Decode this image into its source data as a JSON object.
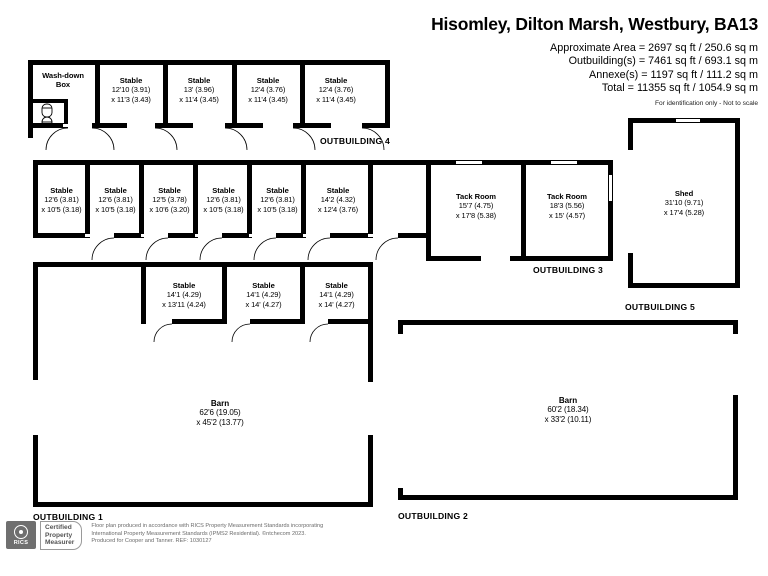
{
  "header": {
    "title": "Hisomley, Dilton Marsh, Westbury, BA13",
    "area_line": "Approximate Area = 2697 sq ft / 250.6 sq m",
    "outbuilding_line": "Outbuilding(s) = 7461 sq ft / 693.1 sq m",
    "annexe_line": "Annexe(s) = 1197 sq ft / 111.2 sq m",
    "total_line": "Total = 11355 sq ft / 1054.9 sq m",
    "note": "For identification only - Not to scale"
  },
  "outbuilding_labels": {
    "ob1": "OUTBUILDING 1",
    "ob2": "OUTBUILDING 2",
    "ob3": "OUTBUILDING 3",
    "ob4": "OUTBUILDING 4",
    "ob5": "OUTBUILDING 5"
  },
  "rooms": {
    "washdown": {
      "name": "Wash-down",
      "name2": "Box",
      "d1": "",
      "d2": ""
    },
    "ob4": [
      {
        "name": "Stable",
        "d1": "12'10 (3.91)",
        "d2": "x 11'3 (3.43)"
      },
      {
        "name": "Stable",
        "d1": "13' (3.96)",
        "d2": "x 11'4 (3.45)"
      },
      {
        "name": "Stable",
        "d1": "12'4 (3.76)",
        "d2": "x 11'4 (3.45)"
      },
      {
        "name": "Stable",
        "d1": "12'4 (3.76)",
        "d2": "x 11'4 (3.45)"
      }
    ],
    "ob3_row": [
      {
        "name": "Stable",
        "d1": "12'6 (3.81)",
        "d2": "x 10'5 (3.18)"
      },
      {
        "name": "Stable",
        "d1": "12'6 (3.81)",
        "d2": "x 10'5 (3.18)"
      },
      {
        "name": "Stable",
        "d1": "12'5 (3.78)",
        "d2": "x 10'6 (3.20)"
      },
      {
        "name": "Stable",
        "d1": "12'6 (3.81)",
        "d2": "x 10'5 (3.18)"
      },
      {
        "name": "Stable",
        "d1": "12'6 (3.81)",
        "d2": "x 10'5 (3.18)"
      },
      {
        "name": "Stable",
        "d1": "14'2 (4.32)",
        "d2": "x 12'4 (3.76)"
      }
    ],
    "tack_rooms": [
      {
        "name": "Tack Room",
        "d1": "15'7 (4.75)",
        "d2": "x 17'8 (5.38)"
      },
      {
        "name": "Tack Room",
        "d1": "18'3 (5.56)",
        "d2": "x 15' (4.57)"
      }
    ],
    "shed": {
      "name": "Shed",
      "d1": "31'10 (9.71)",
      "d2": "x 17'4 (5.28)"
    },
    "ob1_stables": [
      {
        "name": "Stable",
        "d1": "14'1 (4.29)",
        "d2": "x 13'11 (4.24)"
      },
      {
        "name": "Stable",
        "d1": "14'1 (4.29)",
        "d2": "x 14' (4.27)"
      },
      {
        "name": "Stable",
        "d1": "14'1 (4.29)",
        "d2": "x 14' (4.27)"
      }
    ],
    "barn1": {
      "name": "Barn",
      "d1": "62'6 (19.05)",
      "d2": "x 45'2 (13.77)"
    },
    "barn2": {
      "name": "Barn",
      "d1": "60'2 (18.34)",
      "d2": "x 33'2 (10.11)"
    }
  },
  "footer": {
    "rics": "RICS",
    "certified1": "Certified",
    "certified2": "Property",
    "certified3": "Measurer",
    "disclaimer1": "Floor plan produced in accordance with RICS Property Measurement Standards incorporating",
    "disclaimer2": "International Property Measurement Standards (IPMS2 Residential).   ©ntchecom 2023.",
    "disclaimer3": "Produced for Cooper and Tanner.   REF: 1030127"
  },
  "colors": {
    "wall": "#000000",
    "fill": "#ffffff",
    "muted": "#6b6b6b"
  }
}
